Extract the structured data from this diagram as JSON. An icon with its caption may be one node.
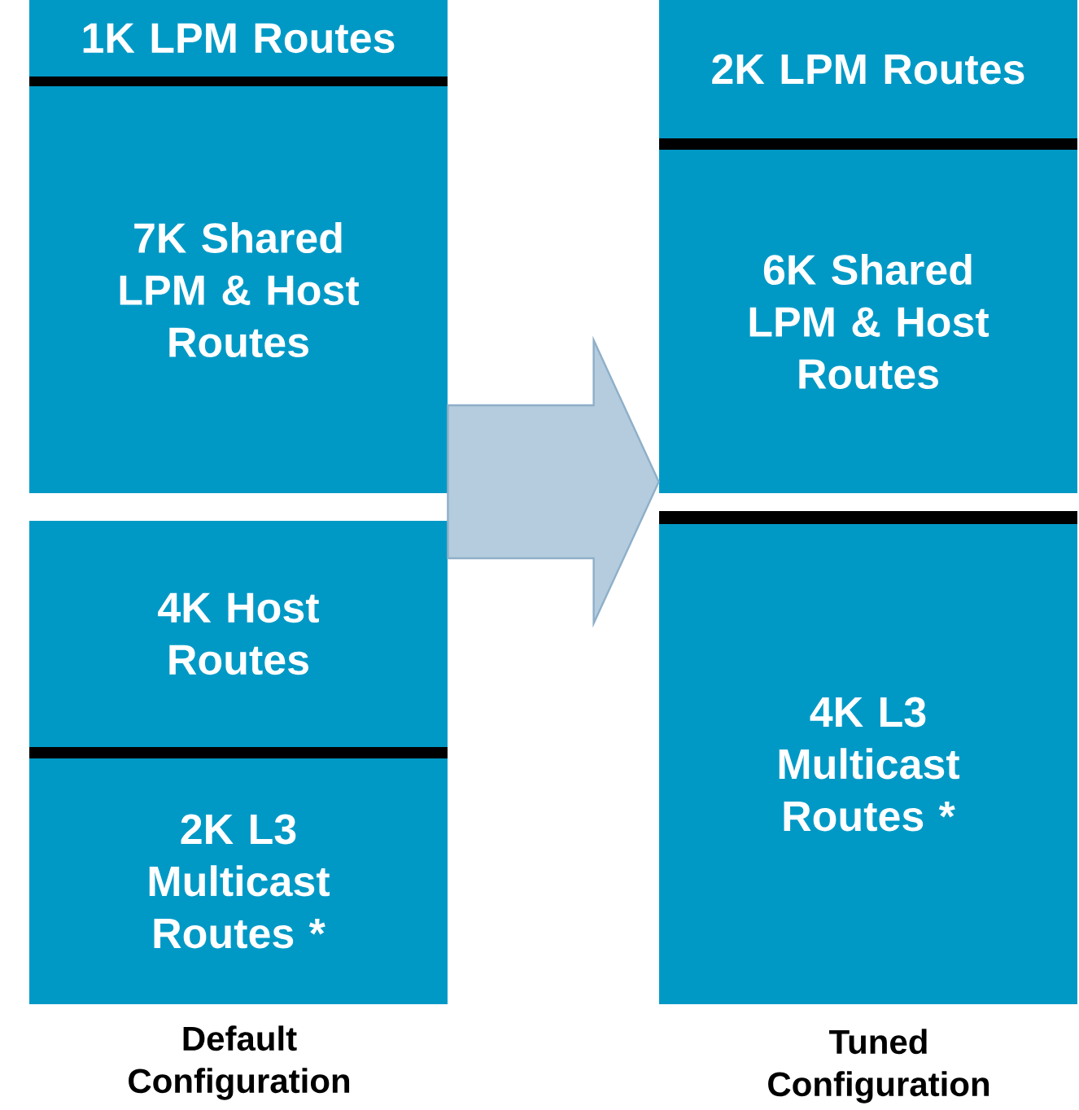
{
  "diagram": {
    "nodes": [
      {
        "text": [
          "1K LPM Routes"
        ]
      },
      {
        "text": [
          "7K Shared LPM & Host Routes"
        ]
      },
      {
        "text": [
          "4K Host Routes"
        ]
      },
      {
        "text": [
          "2K L3 Multicast Routes *"
        ]
      },
      {
        "text": [
          "2K LPM Routes"
        ]
      },
      {
        "text": [
          "6K Shared LPM & Host Routes"
        ]
      },
      {
        "text": [
          "4K L3 Multicast Routes *"
        ]
      }
    ],
    "edges": [
      {
        "from": 1,
        "to": 5,
        "arrow": "to"
      }
    ],
    "labels": [
      "Default Configuration",
      "Tuned Configuration"
    ]
  }
}
